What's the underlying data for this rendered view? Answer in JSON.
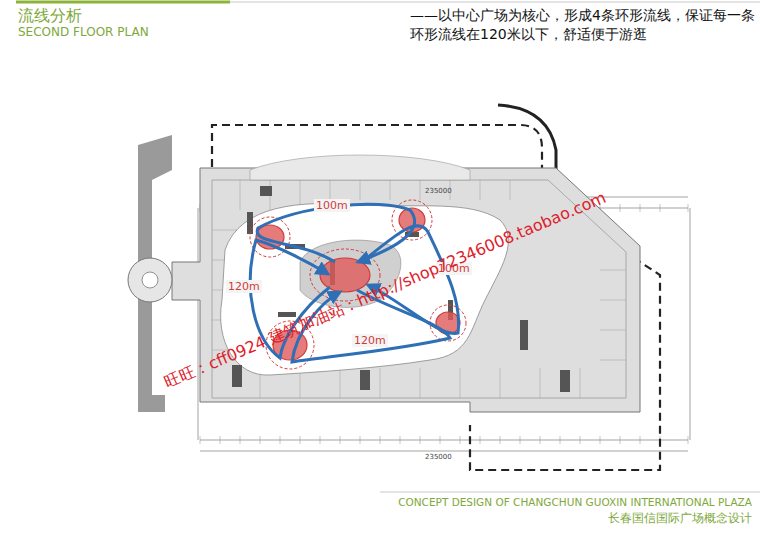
{
  "diagram": {
    "title": "流线分析",
    "caption": "长春国信国际广场概念设计",
    "labels": [
      "SECOND FLOOR PLAN",
      "——以中心广场为核心，形成4条环形流线，保证每一条环形流线在120米以下，舒适便于游逛",
      "100m",
      "100m",
      "120m",
      "120m",
      "旺旺：cff0924  建筑加油站：http://shop72346008.taobao.com",
      "CONCEPT DESIGN OF CHANGCHUN GUOXIN INTERNATIONAL PLAZA",
      "235000",
      "235000"
    ]
  }
}
